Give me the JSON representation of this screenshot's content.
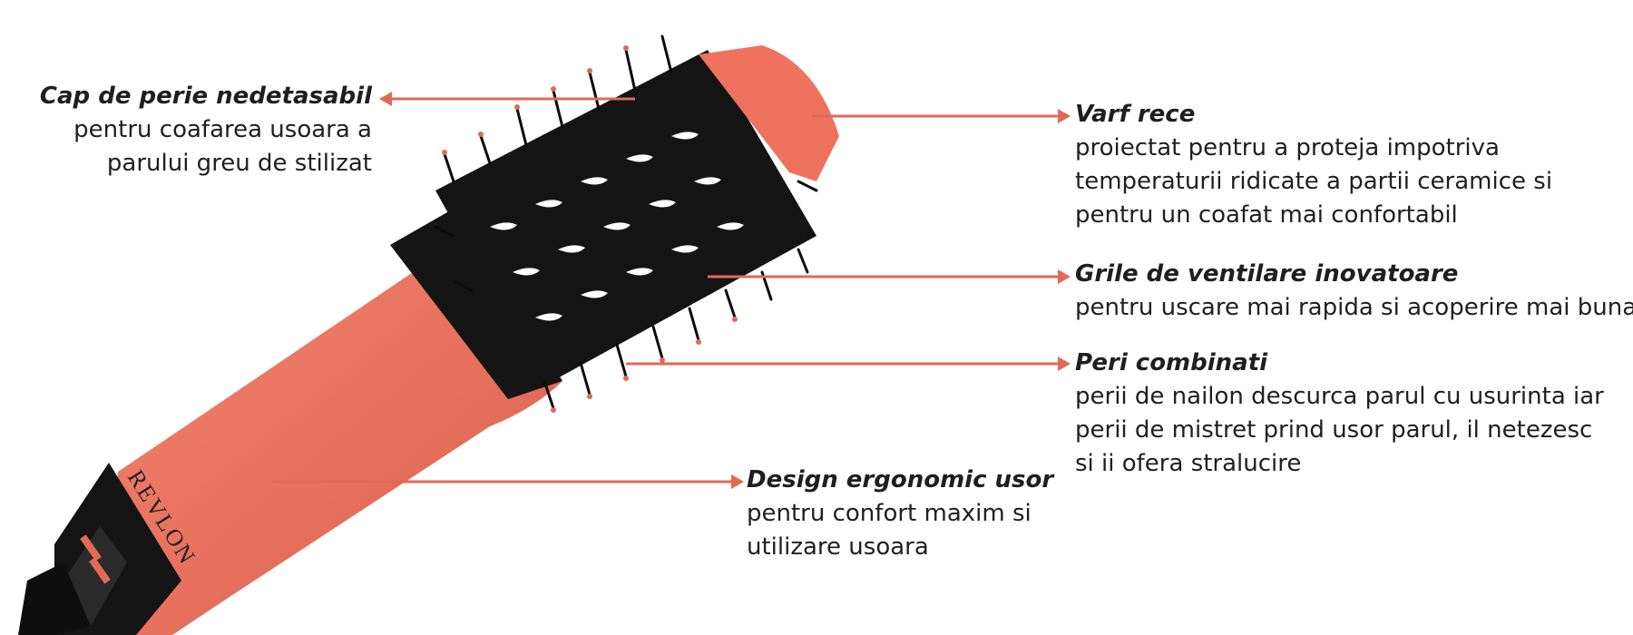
{
  "colors": {
    "accent": "#e06a57",
    "brush_body": "#ee725e",
    "brush_dark": "#141414",
    "text": "#1f1f1f"
  },
  "brand": "REVLON",
  "callouts": {
    "cap": {
      "title": "Cap de perie nedetasabil",
      "lines": [
        "pentru coafarea usoara a",
        "parului greu de stilizat"
      ]
    },
    "varf": {
      "title": "Varf rece",
      "lines": [
        "proiectat pentru a proteja impotriva",
        "temperaturii ridicate a partii ceramice si",
        "pentru un coafat mai confortabil"
      ]
    },
    "grile": {
      "title": "Grile de ventilare inovatoare",
      "lines": [
        "pentru uscare mai rapida si acoperire mai buna"
      ]
    },
    "peri": {
      "title": "Peri combinati",
      "lines": [
        "perii de nailon descurca parul cu usurinta iar",
        "perii de mistret prind usor parul, il netezesc",
        "si ii ofera stralucire"
      ]
    },
    "design": {
      "title": "Design ergonomic usor",
      "lines": [
        "pentru confort maxim si",
        "utilizare usoara"
      ]
    }
  }
}
